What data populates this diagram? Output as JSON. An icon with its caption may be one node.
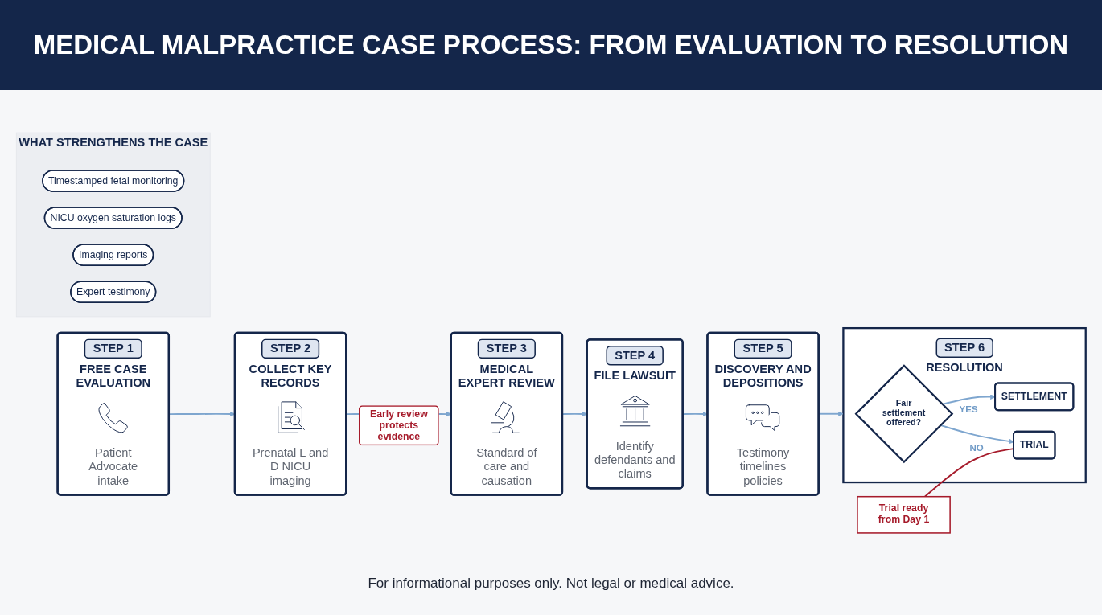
{
  "diagram": {
    "title": "MEDICAL MALPRACTICE CASE PROCESS: FROM EVALUATION TO RESOLUTION",
    "caption": "For informational purposes only. Not legal or medical advice.",
    "nodes": [
      {
        "text": [
          "STEP 1",
          "FREE CASE EVALUATION",
          "Patient Advocate intake"
        ]
      },
      {
        "text": [
          "STEP 2",
          "COLLECT KEY RECORDS",
          "Prenatal L and D NICU imaging"
        ]
      },
      {
        "text": [
          "STEP 3",
          "MEDICAL EXPERT REVIEW",
          "Standard of care and causation"
        ]
      },
      {
        "text": [
          "STEP 4",
          "FILE LAWSUIT",
          "Identify defendants and claims"
        ]
      },
      {
        "text": [
          "STEP 5",
          "DISCOVERY AND DEPOSITIONS",
          "Testimony timelines policies"
        ]
      },
      {
        "text": [
          "STEP 6",
          "RESOLUTION"
        ]
      },
      {
        "text": [
          "Fair settlement offered?"
        ],
        "in": 5
      },
      {
        "text": [
          "SETTLEMENT"
        ],
        "in": 5
      },
      {
        "text": [
          "TRIAL"
        ],
        "in": 5
      },
      {
        "text": [
          "Trial ready from Day 1"
        ]
      },
      {
        "text": [
          "WHAT STRENGTHENS THE CASE"
        ]
      },
      {
        "text": [
          "Timestamped fetal monitoring"
        ],
        "in": 10
      },
      {
        "text": [
          "NICU oxygen saturation logs"
        ],
        "in": 10
      },
      {
        "text": [
          "Imaging reports"
        ],
        "in": 10
      },
      {
        "text": [
          "Expert testimony"
        ],
        "in": 10
      }
    ],
    "edges": [
      {
        "from": 0,
        "to": 1,
        "arrow": "to"
      },
      {
        "from": 1,
        "to": 2,
        "arrow": "to",
        "label": "Early review protects evidence"
      },
      {
        "from": 2,
        "to": 3,
        "arrow": "to"
      },
      {
        "from": 3,
        "to": 4,
        "arrow": "to"
      },
      {
        "from": 4,
        "to": 5,
        "arrow": "to"
      },
      {
        "from": 6,
        "to": 7,
        "arrow": "to",
        "label": "YES"
      },
      {
        "from": 6,
        "to": 8,
        "arrow": "to",
        "label": "NO"
      },
      {
        "from": 9,
        "to": 8,
        "arrow": "none",
        "color": "#a61b2b"
      }
    ]
  }
}
